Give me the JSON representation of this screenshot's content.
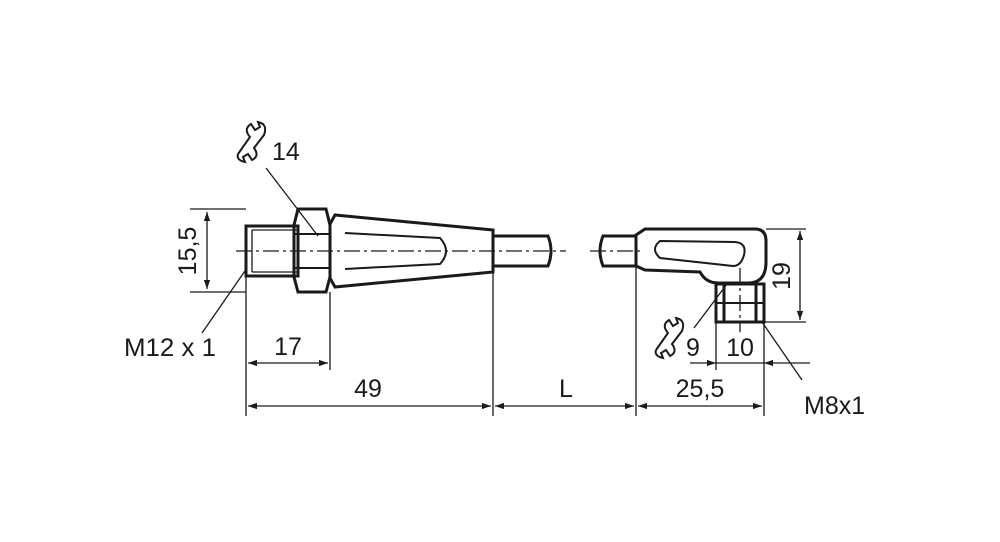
{
  "drawing": {
    "labels": {
      "wrench_left": "14",
      "height_left": "15,5",
      "thread_left": "M12 x 1",
      "dim_17": "17",
      "dim_49": "49",
      "dim_L": "L",
      "wrench_right": "9",
      "dim_10": "10",
      "dim_25_5": "25,5",
      "height_right": "19",
      "thread_right": "M8x1"
    },
    "icons": [
      "wrench-icon",
      "wrench-icon"
    ],
    "colors": {
      "line": "#1a1a1a",
      "background": "#ffffff"
    }
  }
}
